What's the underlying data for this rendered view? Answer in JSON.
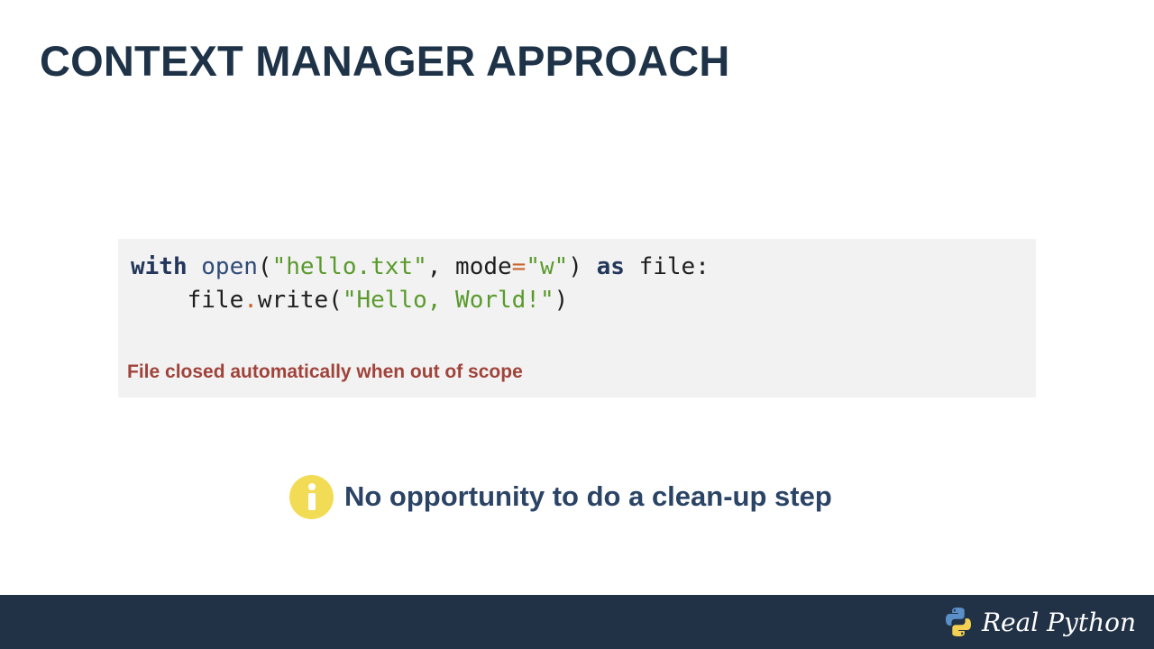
{
  "slide": {
    "title": "CONTEXT MANAGER APPROACH"
  },
  "code": {
    "lines": [
      [
        {
          "text": "with",
          "kind": "kw"
        },
        {
          "text": " "
        },
        {
          "text": "open",
          "kind": "fn"
        },
        {
          "text": "("
        },
        {
          "text": "\"hello.txt\"",
          "kind": "str"
        },
        {
          "text": ", mode"
        },
        {
          "text": "=",
          "kind": "op"
        },
        {
          "text": "\"w\"",
          "kind": "str"
        },
        {
          "text": ") "
        },
        {
          "text": "as",
          "kind": "kw"
        },
        {
          "text": " file:"
        }
      ],
      [
        {
          "text": "    file"
        },
        {
          "text": ".",
          "kind": "op"
        },
        {
          "text": "write("
        },
        {
          "text": "\"Hello, World!\"",
          "kind": "str"
        },
        {
          "text": ")"
        }
      ]
    ],
    "note": "File closed automatically when out of scope"
  },
  "callout": {
    "icon": "info-icon",
    "text": "No opportunity to do a clean-up step"
  },
  "footer": {
    "brand_name": "Real Python",
    "logo_icon": "python-logo-icon"
  },
  "colors": {
    "title": "#1e3248",
    "keyword": "#23375a",
    "string": "#5a9a2c",
    "operator": "#c8642a",
    "note": "#a0433a",
    "callout_icon": "#f3dc55",
    "footer": "#213247"
  }
}
